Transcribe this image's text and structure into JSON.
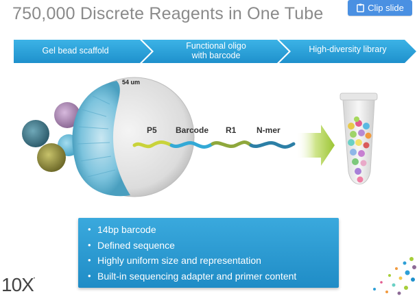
{
  "title": "750,000 Discrete Reagents in One Tube",
  "clip_button": {
    "label": "Clip slide",
    "icon": "clip-icon"
  },
  "flow_steps": [
    {
      "label_line1": "Gel bead scaffold",
      "label_line2": ""
    },
    {
      "label_line1": "Functional oligo",
      "label_line2": "with barcode"
    },
    {
      "label_line1": "High-diversity library",
      "label_line2": ""
    }
  ],
  "diagram": {
    "size_label": "54 um",
    "oligo_labels": [
      "P5",
      "Barcode",
      "R1",
      "N-mer"
    ]
  },
  "bullets": [
    "14bp barcode",
    "Defined sequence",
    "Highly uniform size and representation",
    "Built-in sequencing adapter and primer content"
  ],
  "logo_text": "10X",
  "colors": {
    "accent_blue": "#2e9fd6",
    "button_blue": "#4a90e2",
    "title_gray": "#8a8a8a",
    "arrow_green": "#a6ce39"
  }
}
